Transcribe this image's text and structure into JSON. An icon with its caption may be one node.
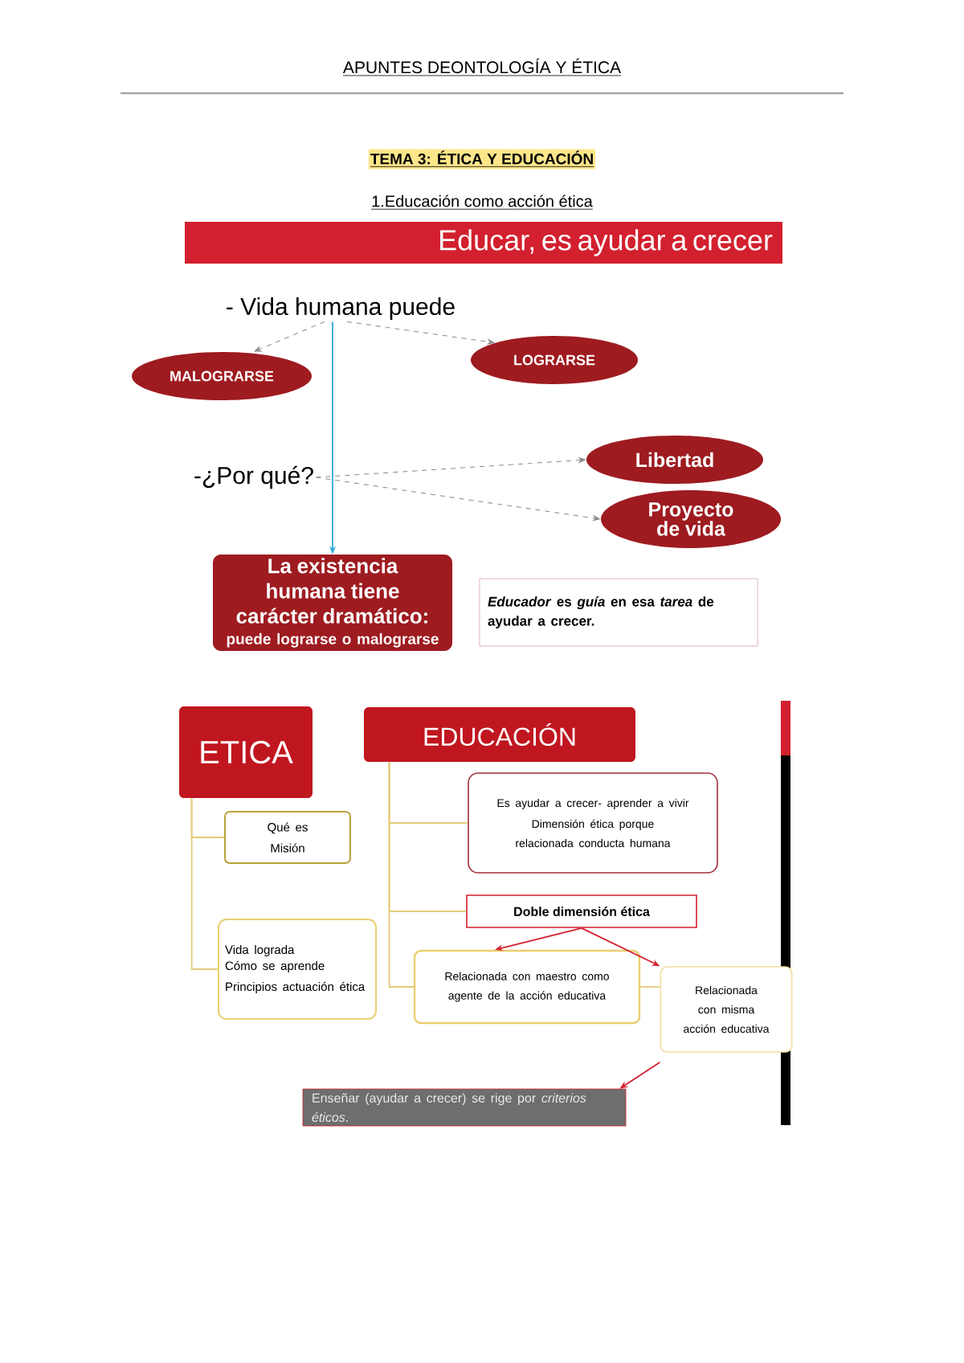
{
  "diagram": {
    "title": "APUNTES DEONTOLOGÍA Y ÉTICA",
    "nodes": [
      {
        "text": [
          "Educar, es ayudar a crecer"
        ]
      },
      {
        "text": [
          "- Vida humana puede"
        ]
      },
      {
        "text": [
          "MALOGRARSE"
        ]
      },
      {
        "text": [
          "LOGRARSE"
        ]
      },
      {
        "text": [
          "-¿Por qué?"
        ]
      },
      {
        "text": [
          "Libertad"
        ]
      },
      {
        "text": [
          "Proyecto de vida"
        ]
      },
      {
        "text": [
          "La existencia humana tiene carácter dramático:",
          "puede lograrse o malograrse"
        ]
      },
      {
        "text": [
          "*Educador* es *guía* en esa *tarea* de ayudar a crecer."
        ]
      },
      {
        "text": [
          "ETICA"
        ]
      },
      {
        "text": [
          "EDUCACIÓN"
        ]
      },
      {
        "text": [
          "Qué es",
          "Misión"
        ]
      },
      {
        "text": [
          "Vida lograda",
          "Cómo se aprende",
          "Principios actuación ética"
        ]
      },
      {
        "text": [
          "Es ayudar a crecer- aprender a vivir",
          "Dimensión ética porque relacionada conducta humana"
        ]
      },
      {
        "text": [
          "Doble dimensión ética"
        ]
      },
      {
        "text": [
          "Relacionada con maestro como agente de la acción educativa"
        ]
      },
      {
        "text": [
          "Relacionada con misma acción educativa"
        ]
      },
      {
        "text": [
          "Enseñar (ayudar a crecer) se rige por *criterios éticos*."
        ]
      }
    ],
    "edges": [
      {
        "from": 1,
        "to": 2,
        "arrow": "to",
        "style": "dashed",
        "color": "#888888"
      },
      {
        "from": 1,
        "to": 3,
        "arrow": "to",
        "style": "dashed",
        "color": "#888888"
      },
      {
        "from": 4,
        "to": 5,
        "arrow": "to",
        "style": "dashed",
        "color": "#888888"
      },
      {
        "from": 4,
        "to": 6,
        "arrow": "to",
        "style": "dashed",
        "color": "#888888"
      },
      {
        "from": 1,
        "to": 7,
        "arrow": "to",
        "color": "#2aa8d8"
      },
      {
        "from": 9,
        "to": 11,
        "arrow": "none"
      },
      {
        "from": 9,
        "to": 12,
        "arrow": "none"
      },
      {
        "from": 10,
        "to": 13,
        "arrow": "none"
      },
      {
        "from": 10,
        "to": 14,
        "arrow": "none"
      },
      {
        "from": 10,
        "to": 15,
        "arrow": "none"
      },
      {
        "from": 15,
        "to": 16,
        "arrow": "none"
      },
      {
        "from": 14,
        "to": 15,
        "arrow": "to",
        "color": "#d3202e"
      },
      {
        "from": 14,
        "to": 16,
        "arrow": "to",
        "color": "#d3202e"
      },
      {
        "from": 16,
        "to": 17,
        "arrow": "to",
        "color": "#d3202e"
      }
    ],
    "labels": [
      "TEMA 3: ÉTICA Y EDUCACIÓN",
      "1.Educación como acción ética"
    ]
  }
}
